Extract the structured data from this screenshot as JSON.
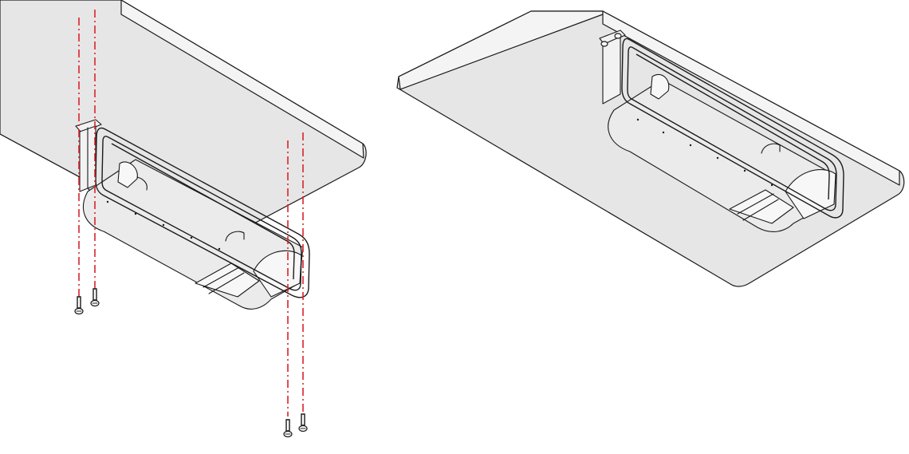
{
  "figure": {
    "panels": [
      {
        "name": "installation-step",
        "screw_count": 4
      },
      {
        "name": "installed-result",
        "screw_count": 0
      }
    ]
  },
  "colors": {
    "guide_line": "#d9232a",
    "desk_underside": "#e6e6e6",
    "outline": "#1a1a1a",
    "background": "#ffffff"
  },
  "icons": {
    "screw": "screw-icon",
    "guide": "dash-dot-guide-line"
  }
}
